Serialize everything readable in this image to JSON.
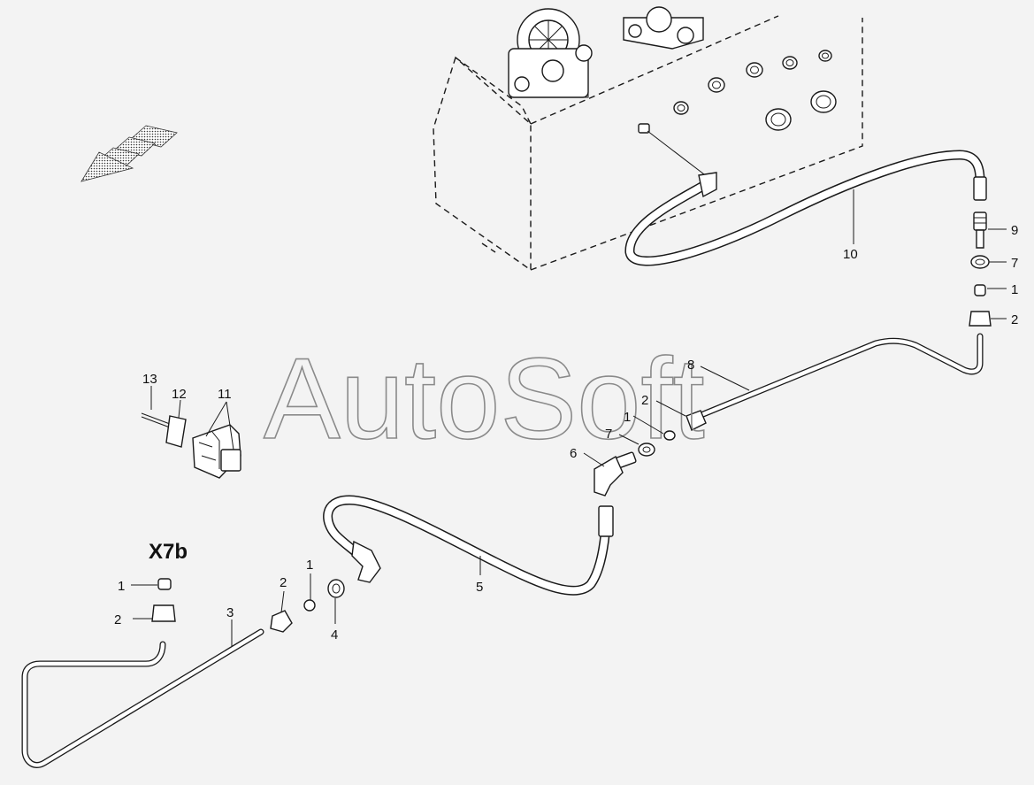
{
  "diagram": {
    "connector_label": "X7b",
    "watermark": "AutoSoft",
    "callouts": {
      "c1_top": "1",
      "c2_top": "2",
      "c3": "3",
      "c2_mid": "2",
      "c1_mid": "1",
      "c4": "4",
      "c5": "5",
      "c6": "6",
      "c7_mid": "7",
      "c1_right": "1",
      "c2_right": "2",
      "c8": "8",
      "c9": "9",
      "c7_r": "7",
      "c1_r": "1",
      "c2_r": "2",
      "c10": "10",
      "c11": "11",
      "c12": "12",
      "c13": "13"
    }
  },
  "colors": {
    "background": "#f3f3f3",
    "line": "#1a1a1a",
    "watermark": "#8a8a8a"
  },
  "icons": {
    "direction": "forward-direction-arrow-icon"
  }
}
